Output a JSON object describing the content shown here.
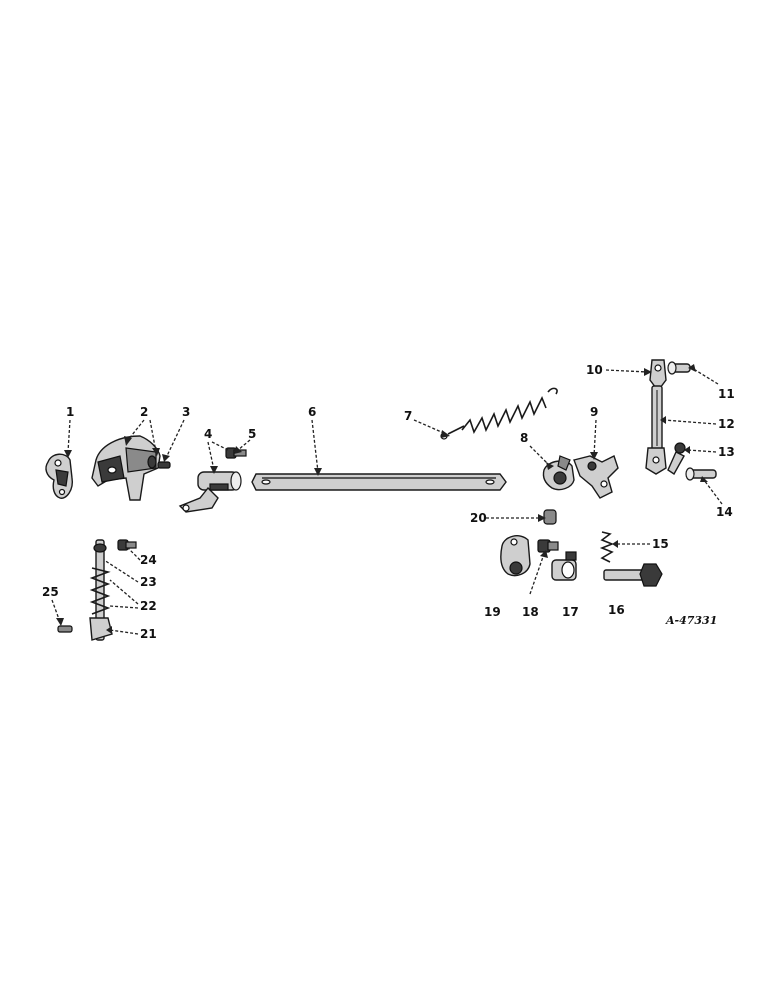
{
  "diagram": {
    "drawing_code": "A-47331",
    "part_labels": [
      "1",
      "2",
      "3",
      "4",
      "5",
      "6",
      "7",
      "8",
      "9",
      "10",
      "11",
      "12",
      "13",
      "14",
      "15",
      "16",
      "17",
      "18",
      "19",
      "20",
      "21",
      "22",
      "23",
      "24",
      "25"
    ]
  }
}
